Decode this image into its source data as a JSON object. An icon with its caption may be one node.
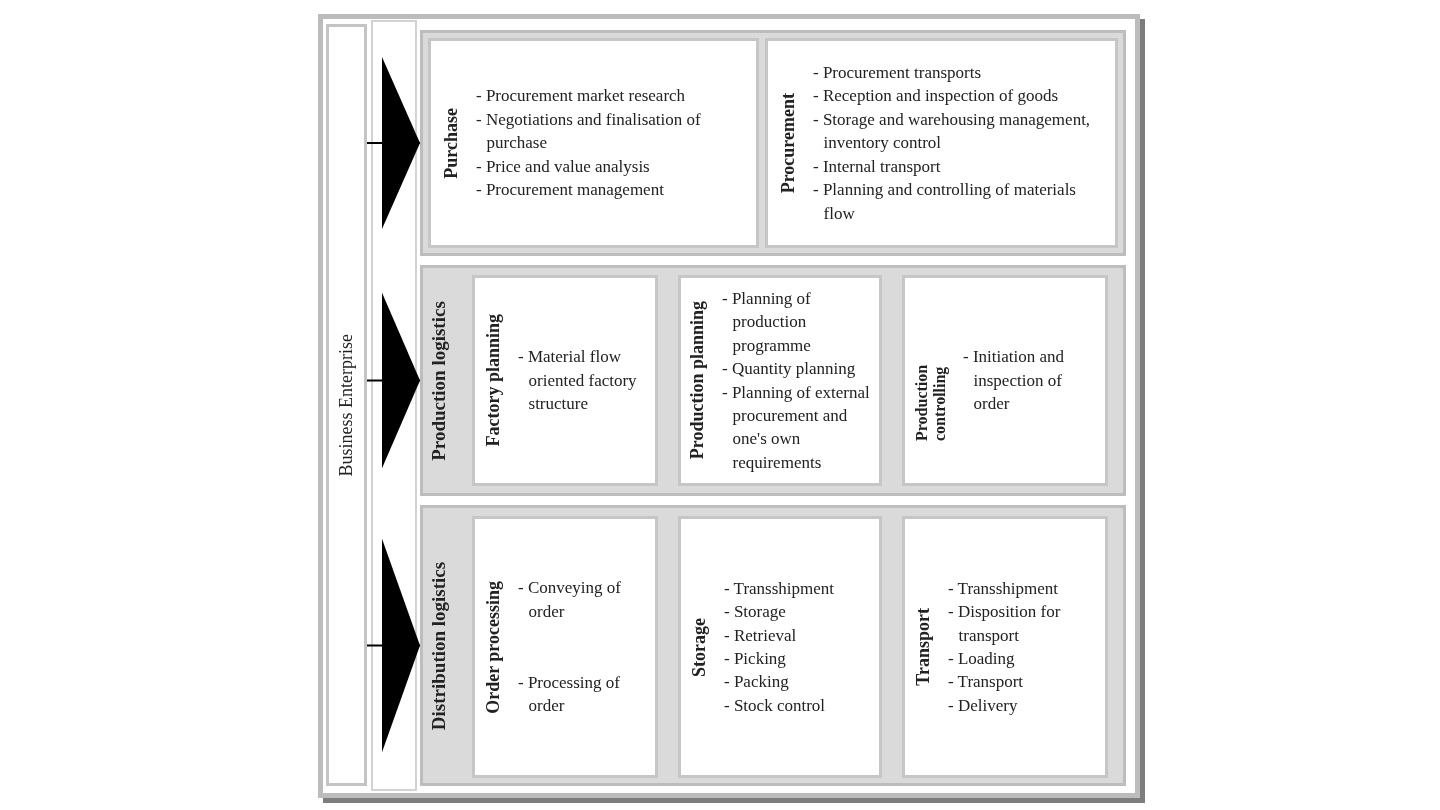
{
  "diagram": {
    "nodes": [
      {
        "text": [
          "Business Enterprise"
        ]
      },
      {
        "text": [],
        "shape": "box"
      },
      {
        "text": [
          "Purchase",
          "- Procurement market research",
          "- Negotiations and finalisation of purchase",
          "- Price and value analysis",
          "- Procurement management"
        ],
        "in": 1
      },
      {
        "text": [
          "Procurement",
          "- Procurement transports",
          "- Reception and inspection of goods",
          "- Storage and warehousing management, inventory control",
          "- Internal transport",
          "- Planning and controlling of materials flow"
        ],
        "in": 1
      },
      {
        "text": [
          "Production logistics"
        ]
      },
      {
        "text": [
          "Factory planning",
          "- Material flow oriented factory structure"
        ],
        "in": 4
      },
      {
        "text": [
          "Production planning",
          "- Planning of production programme",
          "- Quantity planning",
          "- Planning of external procurement and one's own requirements"
        ],
        "in": 4
      },
      {
        "text": [
          "Production controlling",
          "- Initiation and inspection of order"
        ],
        "in": 4
      },
      {
        "text": [
          "Distribution logistics"
        ]
      },
      {
        "text": [
          "Order processing",
          "- Conveying of order",
          "- Processing of order"
        ],
        "in": 8
      },
      {
        "text": [
          "Storage",
          "- Transshipment",
          "- Storage",
          "- Retrieval",
          "- Picking",
          "- Packing",
          "- Stock control"
        ],
        "in": 8
      },
      {
        "text": [
          "Transport",
          "- Transshipment",
          "- Disposition for transport",
          "- Loading",
          "- Transport",
          "- Delivery"
        ],
        "in": 8
      }
    ],
    "edges": [
      {
        "from": 0,
        "to": 1,
        "arrow": "to"
      },
      {
        "from": 0,
        "to": 4,
        "arrow": "to"
      },
      {
        "from": 0,
        "to": 8,
        "arrow": "to"
      }
    ]
  }
}
